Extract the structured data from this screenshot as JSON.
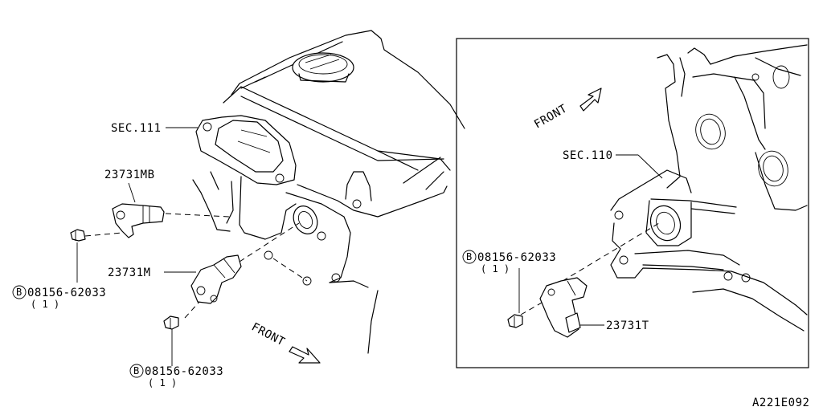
{
  "figure_code": "A221E092",
  "main_view": {
    "sec_label": "SEC.111",
    "front_label": "FRONT",
    "parts": {
      "sensor_mb": "23731MB",
      "sensor_m": "23731M",
      "bolt_1_symbol": "B",
      "bolt_1_number": "08156-62033",
      "bolt_1_qty": "( 1 )",
      "bolt_2_symbol": "B",
      "bolt_2_number": "08156-62033",
      "bolt_2_qty": "( 1 )"
    }
  },
  "inset_view": {
    "sec_label": "SEC.110",
    "front_label": "FRONT",
    "parts": {
      "sensor_t": "23731T",
      "bolt_symbol": "B",
      "bolt_number": "08156-62033",
      "bolt_qty": "( 1 )"
    }
  }
}
